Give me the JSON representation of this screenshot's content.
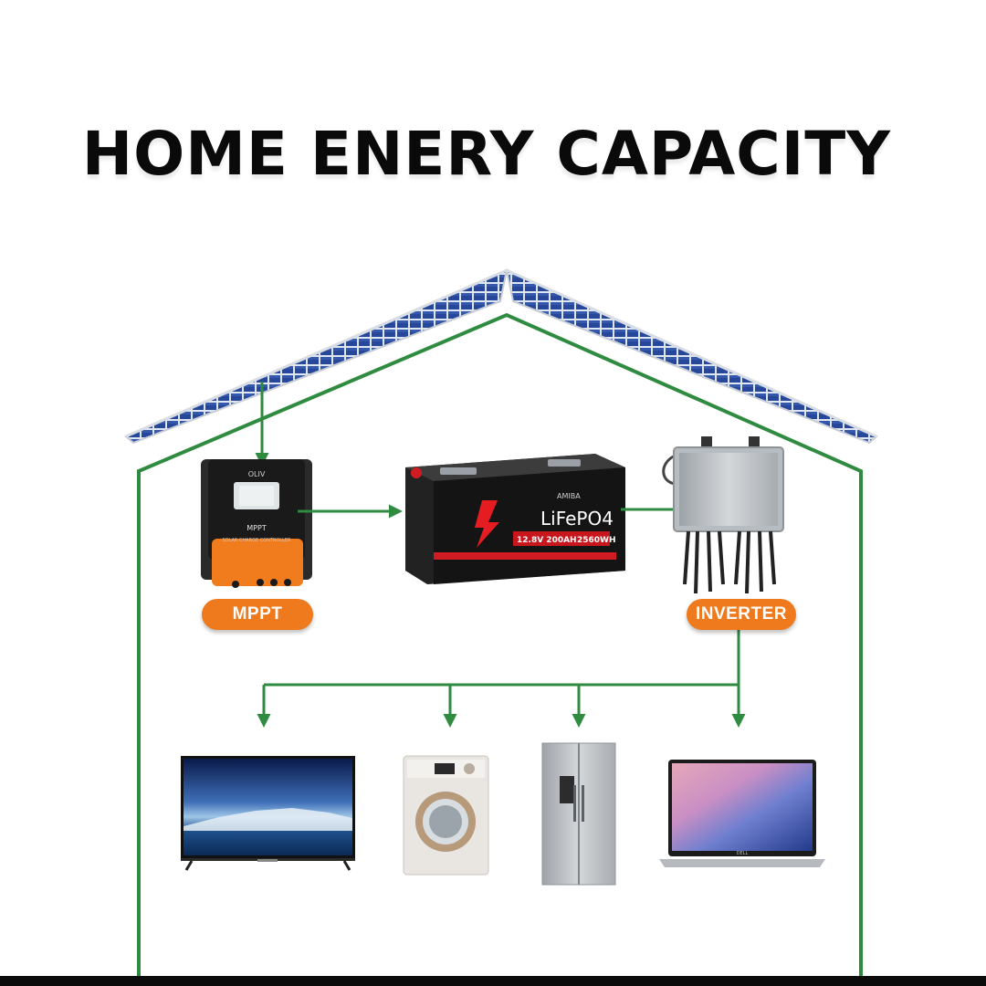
{
  "title": "HOME ENERY CAPACITY",
  "labels": {
    "mppt": "MPPT",
    "inverter": "INVERTER"
  },
  "device_text": {
    "controller_brand": "OLIV",
    "controller_model": "MPPT",
    "controller_subtitle": "SOLAR CHARGE CONTROLLER",
    "battery_brand": "AMIBA",
    "battery_chemistry": "LiFePO4",
    "battery_spec": "12.8V 200AH",
    "battery_energy": "2560WH",
    "laptop_brand": "DELL"
  },
  "icons": {
    "solar_roof": "solar-panel-roof-icon",
    "controller": "mppt-controller-icon",
    "battery": "lifepo4-battery-icon",
    "inverter": "micro-inverter-icon",
    "tv": "television-icon",
    "washer": "washing-machine-icon",
    "fridge": "refrigerator-icon",
    "laptop": "laptop-icon"
  },
  "colors": {
    "line": "#2e8b3f",
    "accent": "#ef7a1d",
    "panel": "#2b4f9c",
    "battery_red": "#e51d23"
  }
}
